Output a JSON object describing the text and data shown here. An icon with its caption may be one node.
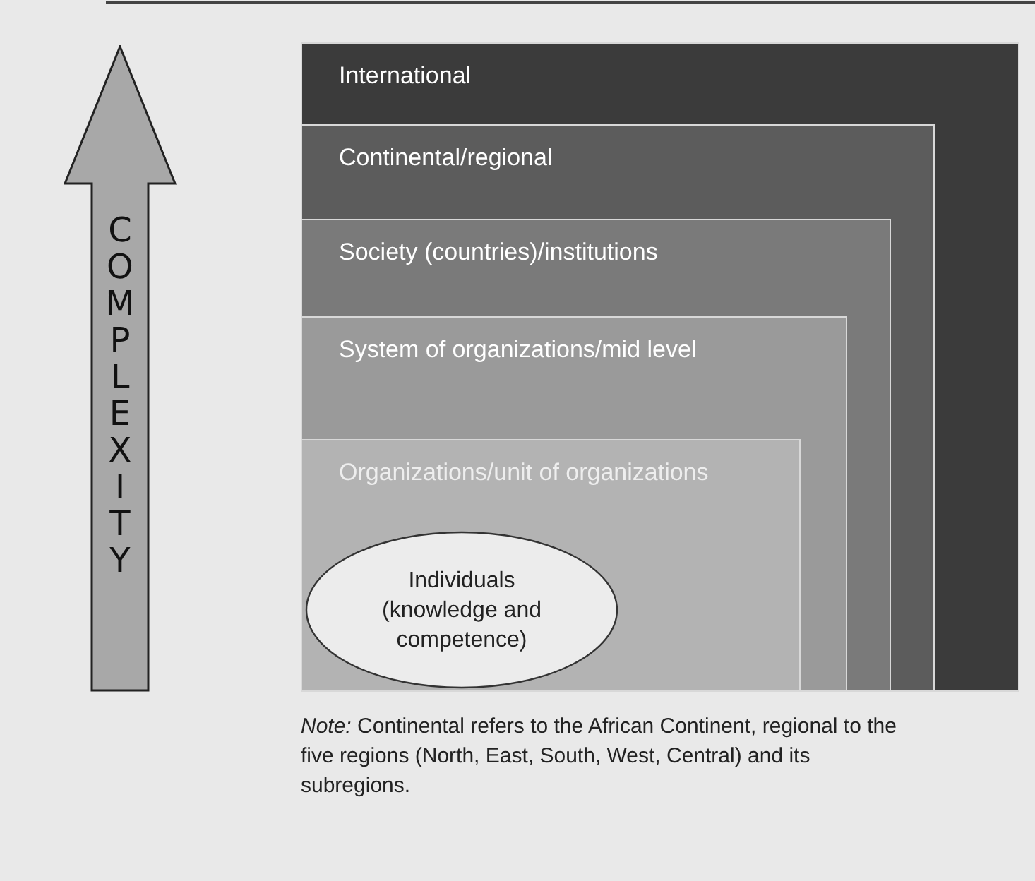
{
  "diagram": {
    "caption": "*Note:* Continental refers to the African Continent, regional to the five regions (North, East, South, West, Central) and its subregions.",
    "nodes": [
      {
        "text": [
          "COMPLEXITY"
        ]
      },
      {
        "text": [
          "International"
        ]
      },
      {
        "text": [
          "Continental/regional"
        ],
        "in": 1
      },
      {
        "text": [
          "Society (countries)/institutions"
        ],
        "in": 2
      },
      {
        "text": [
          "System of organizations/mid level"
        ],
        "in": 3
      },
      {
        "text": [
          "Organizations/unit of organizations"
        ],
        "in": 4
      },
      {
        "text": [
          "Individuals (knowledge and competence)"
        ],
        "in": 5
      }
    ]
  }
}
